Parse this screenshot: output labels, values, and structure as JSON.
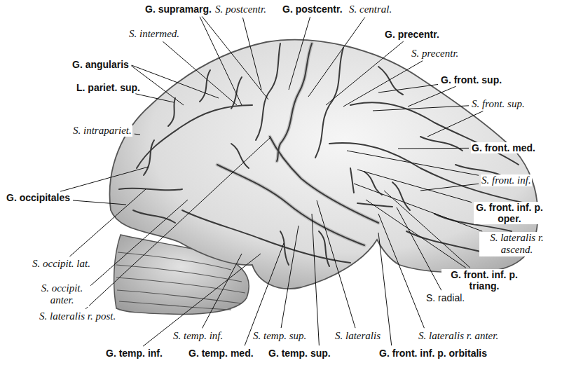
{
  "diagram": {
    "labels": [
      "G. supramarg.",
      "S. postcentr.",
      "G. postcentr.",
      "S. central.",
      "S. intermed.",
      "G. precentr.",
      "S. precentr.",
      "G. angularis",
      "L. pariet. sup.",
      "G. front. sup.",
      "S. intrapariet.",
      "S. front. sup.",
      "G. front. med.",
      "S. front. inf.",
      "G. occipitales",
      "G. front. inf. p. oper.",
      "S. lateralis r. ascend.",
      "S. occipit. lat.",
      "G. front. inf. p. triang.",
      "S. occipit. anter.",
      "S. radial.",
      "S. lateralis r. post.",
      "S. temp. inf.",
      "S. temp. sup.",
      "S. lateralis",
      "S. lateralis r. anter.",
      "G. temp. inf.",
      "G. temp. med.",
      "G. temp. sup.",
      "G. front. inf. p. orbitalis"
    ]
  }
}
